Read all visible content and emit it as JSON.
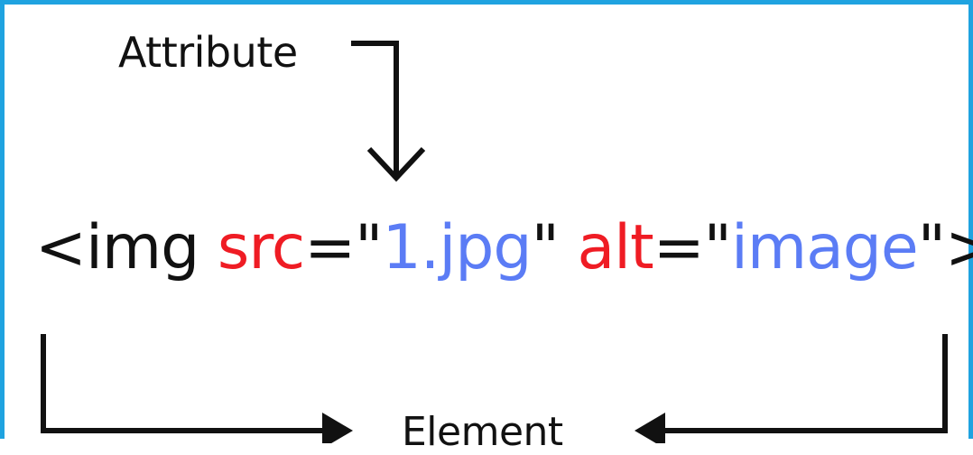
{
  "diagram": {
    "attribute_label": "Attribute",
    "element_label": "Element",
    "code": {
      "open": "<img",
      "sp1": " ",
      "attr1": "src",
      "eq1": "=\"",
      "val1": "1.jpg",
      "close1": "\"",
      "sp2": " ",
      "attr2": "alt",
      "eq2": "=\"",
      "val2": "image",
      "close2": "\">"
    },
    "colors": {
      "border": "#1fa3e0",
      "text": "#111111",
      "attribute_name": "#ef1c24",
      "attribute_value": "#5b7cf5"
    }
  }
}
